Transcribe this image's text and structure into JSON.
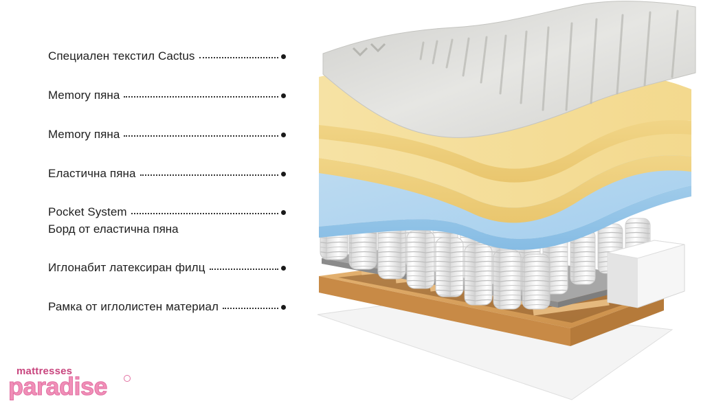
{
  "layers": [
    {
      "label": "Специален текстил Cactus"
    },
    {
      "label": "Memory пяна"
    },
    {
      "label": "Memory пяна"
    },
    {
      "label": "Еластична пяна"
    },
    {
      "label": "Pocket System",
      "sublabel": "Борд от еластична пяна"
    },
    {
      "label": "Иглонабит латексиран филц"
    },
    {
      "label": "Рамка от иглолистен материал"
    }
  ],
  "logo": {
    "top": "mattresses",
    "main": "paradise",
    "mark": "®"
  },
  "colors": {
    "text": "#1e1e1e",
    "textile": "#d9d9d6",
    "memory_foam": "#f3dc96",
    "elastic_foam": "#a9d2ee",
    "springs": "#f2f2f2",
    "felt": "#9a9a9a",
    "frame_wood": "#d9a35f",
    "logo_pink": "#f08fb8"
  }
}
